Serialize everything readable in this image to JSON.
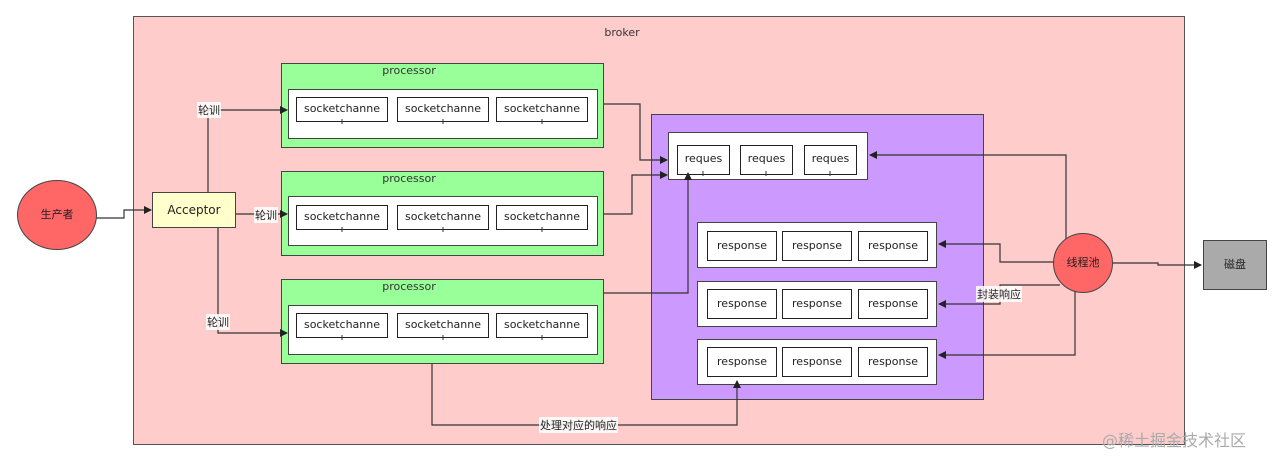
{
  "broker": {
    "title": "broker"
  },
  "producer": {
    "label": "生产者"
  },
  "acceptor": {
    "label": "Acceptor"
  },
  "edge_labels": {
    "poll_top": "轮训",
    "poll_middle": "轮训",
    "poll_bottom": "轮训",
    "wrap_response": "封装响应",
    "handle_response": "处理对应的响应"
  },
  "processors": [
    {
      "title": "processor",
      "channels": [
        "socketchanne",
        "socketchanne",
        "socketchanne"
      ]
    },
    {
      "title": "processor",
      "channels": [
        "socketchanne",
        "socketchanne",
        "socketchanne"
      ]
    },
    {
      "title": "processor",
      "channels": [
        "socketchanne",
        "socketchanne",
        "socketchanne"
      ]
    }
  ],
  "request_queue": [
    "reques",
    "reques",
    "reques"
  ],
  "response_queues": [
    [
      "response",
      "response",
      "response"
    ],
    [
      "response",
      "response",
      "response"
    ],
    [
      "response",
      "response",
      "response"
    ]
  ],
  "thread_pool": {
    "label": "线程池"
  },
  "disk": {
    "label": "磁盘"
  },
  "watermark": "@稀土掘金技术社区",
  "colors": {
    "broker_fill": "#ffcccc",
    "processor_fill": "#99ff99",
    "request_area_fill": "#cc99ff",
    "node_red": "#ff6666",
    "acceptor_fill": "#ffffcc",
    "disk_fill": "#aaaaaa"
  }
}
